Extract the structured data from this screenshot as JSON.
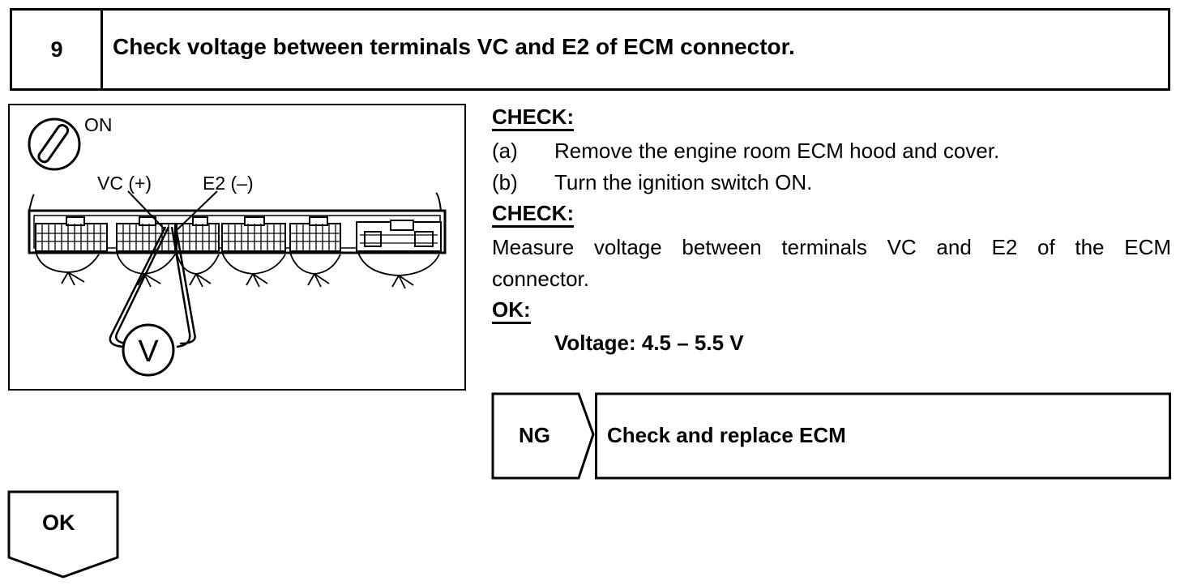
{
  "step": {
    "number": "9",
    "title": "Check voltage between terminals VC and E2 of ECM connector."
  },
  "figure": {
    "switch_state": "ON",
    "terminal_vc": "VC (+)",
    "terminal_e2": "E2 (–)",
    "meter_symbol": "V"
  },
  "procedure": {
    "check_heading_1": "CHECK:",
    "step_a_marker": "(a)",
    "step_a_text": "Remove the engine room ECM hood and cover.",
    "step_b_marker": "(b)",
    "step_b_text": "Turn the ignition switch ON.",
    "check_heading_2": "CHECK:",
    "measure_line_1": "Measure voltage between terminals VC and E2 of the ECM",
    "measure_line_2": "connector.",
    "ok_heading": "OK:",
    "spec": "Voltage: 4.5 – 5.5 V"
  },
  "ng_branch": {
    "label": "NG",
    "result": "Check and replace ECM"
  },
  "ok_branch": {
    "label": "OK"
  }
}
